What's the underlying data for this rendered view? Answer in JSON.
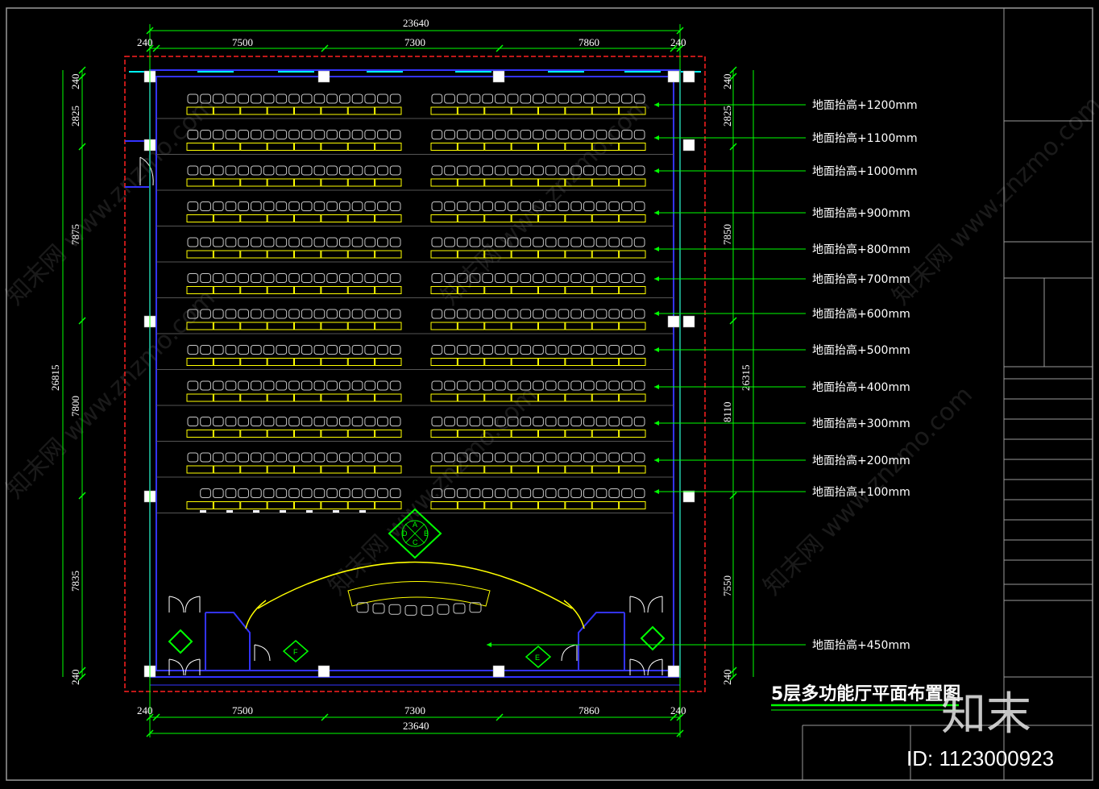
{
  "drawing": {
    "title": "5层多功能厅平面布置图",
    "image_id_label": "ID: 1123000923",
    "logo_text": "知末",
    "watermark_text": "知末网 www.znzmo.com"
  },
  "dimensions": {
    "top_total": "23640",
    "top_segments": [
      "240",
      "7500",
      "7300",
      "7860",
      "240"
    ],
    "bottom_total": "23640",
    "bottom_segments": [
      "240",
      "7500",
      "7300",
      "7860",
      "240"
    ],
    "left_total": "26815",
    "left_segments": [
      "240",
      "2825",
      "7875",
      "7800",
      "7835",
      "240"
    ],
    "right_total": "26315",
    "right_segments_a": [
      "240",
      "2825",
      "7850",
      "8110",
      "7550",
      "240"
    ]
  },
  "elevation_labels": [
    "地面抬高+1200mm",
    "地面抬高+1100mm",
    "地面抬高+1000mm",
    "地面抬高+900mm",
    "地面抬高+800mm",
    "地面抬高+700mm",
    "地面抬高+600mm",
    "地面抬高+500mm",
    "地面抬高+400mm",
    "地面抬高+300mm",
    "地面抬高+200mm",
    "地面抬高+100mm",
    "地面抬高+450mm"
  ],
  "section_markers": {
    "main": [
      "A",
      "B",
      "C",
      "D"
    ],
    "e": "E",
    "f": "F"
  },
  "colors": {
    "wall": "#3333ff",
    "boundary": "#ff2020",
    "dimension": "#00ff00",
    "seat": "#c8c8c8",
    "desk": "#ffff00",
    "window": "#00ffff",
    "marker": "#00ff00",
    "frame": "#9a9a9a"
  }
}
